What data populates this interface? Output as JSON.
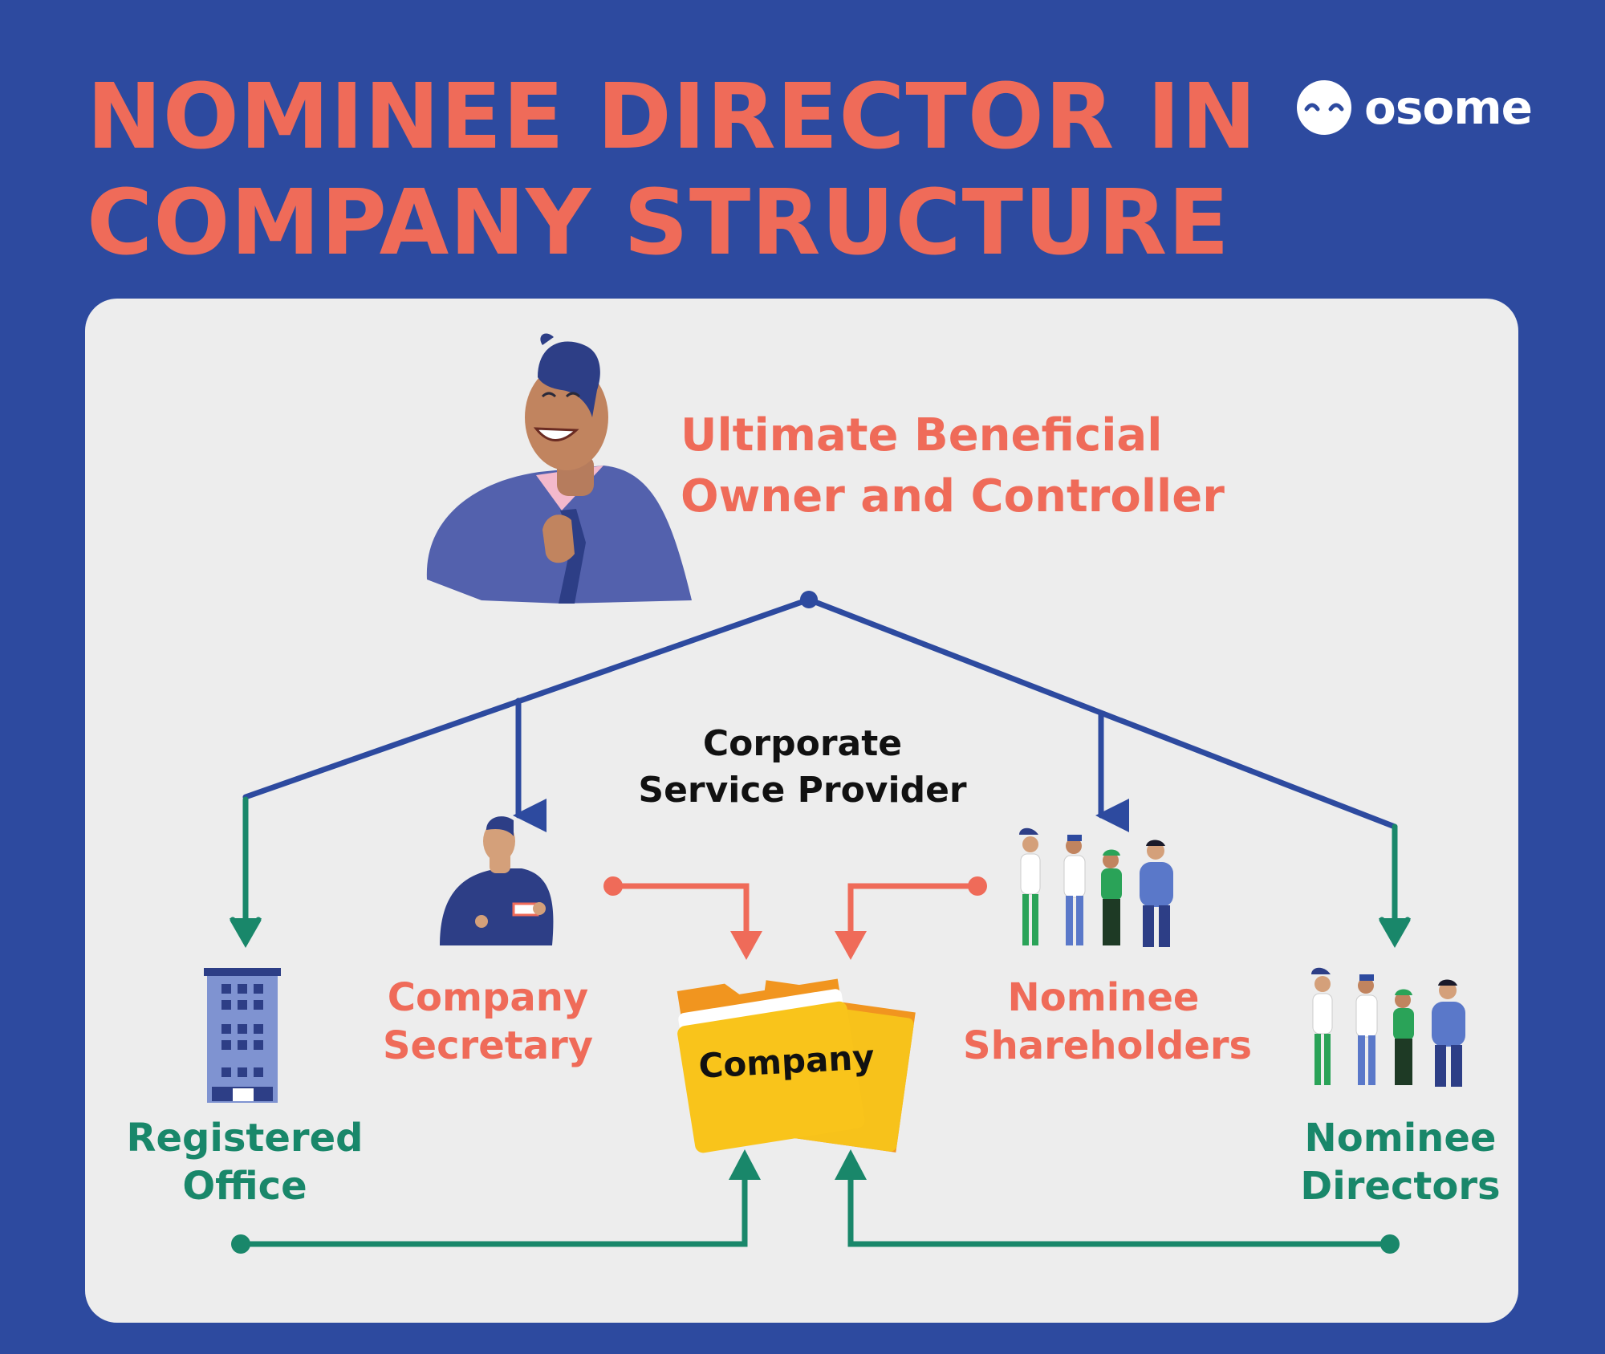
{
  "title": {
    "line1": "NOMINEE DIRECTOR IN",
    "line2": "COMPANY STRUCTURE"
  },
  "brand": {
    "name": "osome",
    "icon": "smile-face-icon"
  },
  "nodes": {
    "ubo": {
      "line1": "Ultimate Beneficial",
      "line2": "Owner and Controller"
    },
    "csp": {
      "line1": "Corporate",
      "line2": "Service Provider"
    },
    "secretary": {
      "line1": "Company",
      "line2": "Secretary"
    },
    "shareholders": {
      "line1": "Nominee",
      "line2": "Shareholders"
    },
    "office": {
      "line1": "Registered",
      "line2": "Office"
    },
    "directors": {
      "line1": "Nominee",
      "line2": "Directors"
    },
    "company": {
      "label": "Company"
    }
  },
  "colors": {
    "background": "#2d4a9f",
    "panel": "#ededed",
    "coral": "#ef6b59",
    "green": "#19876a",
    "navy": "#2d4a9f",
    "folder": "#f7c21b"
  }
}
